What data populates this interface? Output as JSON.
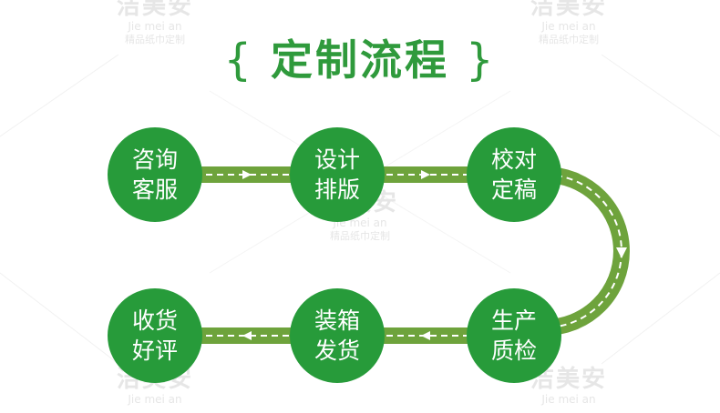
{
  "title": {
    "open_brace": "{",
    "text": "定制流程",
    "close_brace": "}"
  },
  "watermark": {
    "brand": "洁美安",
    "roman": "Jie mei an",
    "tagline": "精品纸巾定制"
  },
  "steps": [
    {
      "line1": "咨询",
      "line2": "客服"
    },
    {
      "line1": "设计",
      "line2": "排版"
    },
    {
      "line1": "校对",
      "line2": "定稿"
    },
    {
      "line1": "生产",
      "line2": "质检"
    },
    {
      "line1": "装箱",
      "line2": "发货"
    },
    {
      "line1": "收货",
      "line2": "好评"
    }
  ],
  "colors": {
    "node": "#279b3a",
    "connector": "#6ea33c",
    "dash": "#ffffff",
    "title": "#2f9a3c",
    "watermark": "#e6e6e6",
    "background": "#ffffff"
  }
}
